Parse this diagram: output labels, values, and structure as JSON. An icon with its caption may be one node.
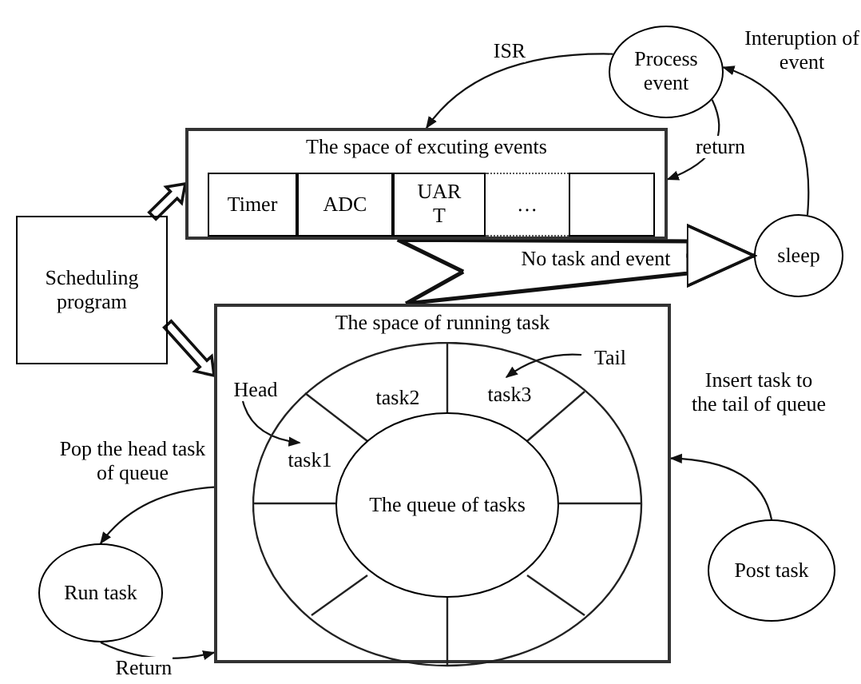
{
  "diagram": {
    "nodes": [
      {
        "text": [
          "Process event"
        ]
      },
      {
        "text": [
          "The space of excuting events"
        ]
      },
      {
        "text": [
          "Timer"
        ],
        "in": 1
      },
      {
        "text": [
          "ADC"
        ],
        "in": 1
      },
      {
        "text": [
          "UART"
        ],
        "in": 1
      },
      {
        "text": [
          "…"
        ],
        "in": 1
      },
      {
        "text": [],
        "shape": "box",
        "in": 1
      },
      {
        "text": [
          "sleep"
        ]
      },
      {
        "text": [
          "Scheduling program"
        ]
      },
      {
        "text": [
          "The space of running task"
        ]
      },
      {
        "text": [
          "task2"
        ],
        "in": 9
      },
      {
        "text": [
          "task3"
        ],
        "in": 9
      },
      {
        "text": [
          "Tail"
        ],
        "in": 9
      },
      {
        "text": [
          "Head"
        ],
        "in": 9
      },
      {
        "text": [
          "task1"
        ],
        "in": 9
      },
      {
        "text": [
          "The queue of tasks"
        ],
        "in": 9
      },
      {
        "text": [
          "Run task"
        ]
      },
      {
        "text": [
          "Post task"
        ]
      }
    ],
    "edges": [
      {
        "from": 0,
        "to": 1,
        "arrow": "to",
        "label": "ISR"
      },
      {
        "from": 0,
        "to": 1,
        "arrow": "to",
        "label": "return"
      },
      {
        "from": 7,
        "to": 0,
        "arrow": "to",
        "label": "Interuption of event"
      },
      {
        "from": 1,
        "to": 7,
        "arrow": "to",
        "style": "thick",
        "label": "No task and event"
      },
      {
        "from": 9,
        "to": 7,
        "arrow": "to",
        "style": "thick"
      },
      {
        "from": 8,
        "to": 1,
        "arrow": "to",
        "style": "thick"
      },
      {
        "from": 8,
        "to": 9,
        "arrow": "to",
        "style": "thick"
      },
      {
        "from": 9,
        "to": 16,
        "arrow": "to",
        "label": "Pop the head task of queue"
      },
      {
        "from": 16,
        "to": 9,
        "arrow": "to",
        "label": "Return"
      },
      {
        "from": 17,
        "to": 9,
        "arrow": "to",
        "label": "Insert task to the tail of queue"
      },
      {
        "from": 13,
        "to": 14,
        "arrow": "to"
      },
      {
        "from": 12,
        "to": 11,
        "arrow": "to"
      }
    ]
  }
}
